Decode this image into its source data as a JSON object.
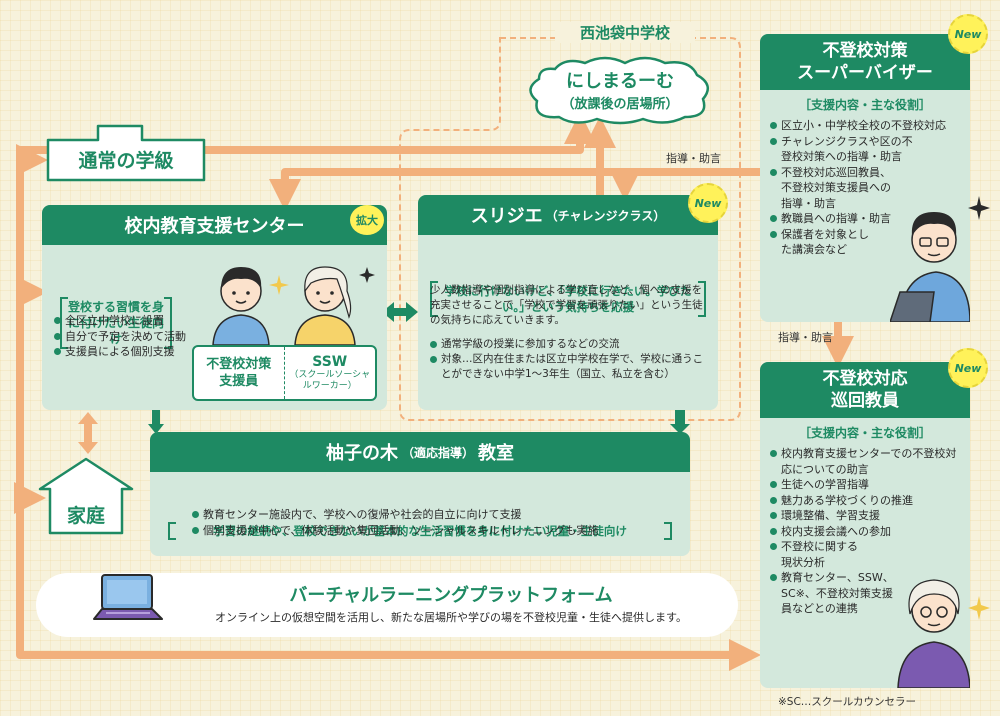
{
  "tsujo": {
    "label": "通常の学級"
  },
  "katei": {
    "label": "家庭"
  },
  "nishiike": {
    "school": "西池袋中学校",
    "title": "にしまるーむ",
    "subtitle": "（放課後の居場所）"
  },
  "konai": {
    "title": "校内教育支援センター",
    "badge": "拡大",
    "bracket": "登校する習慣を身に付けたい生徒向け",
    "bullets": [
      "全区立中学校に設置",
      "自分で予定を決めて活動",
      "支援員による個別支援"
    ],
    "staff1": "不登校対策支援員",
    "staff2": "SSW",
    "staff2_sub": "（スクールソーシャルワーカー）"
  },
  "surijie": {
    "title": "スリジエ",
    "title_sub": "（チャレンジクラス）",
    "badge": "New",
    "bracket": "学校に行けないけど、「学校に行きたい。学びたい。」という気持ちを応援",
    "body": "少人数指導や個別指導による学び直しなど、個への支援を充実させることで「学校で学習を頑張りたい」という生徒の気持ちに応えていきます。",
    "bullets": [
      "通常学級の授業に参加するなどの交流",
      "対象…区内在住または区立中学校在学で、学校に通うことができない中学1～3年生（国立、私立を含む）"
    ]
  },
  "yuzu": {
    "title": "柚子の木",
    "title_sub": "（適応指導）",
    "title_end": "教室",
    "bracket": "学習の継続や、登校できないが基本的な生活習慣を身に付けたい児童・生徒向け",
    "bullets": [
      "教育センター施設内で、学校への復帰や社会的自立に向けて支援",
      "個別支援が中心で、体験活動や集団活動、ソーシャルスキルトレーニングも実施"
    ]
  },
  "virtual": {
    "title": "バーチャルラーニングプラットフォーム",
    "desc": "オンライン上の仮想空間を活用し、新たな居場所や学びの場を不登校児童・生徒へ提供します。"
  },
  "supervisor": {
    "title1": "不登校対策",
    "title2": "スーパーバイザー",
    "badge": "New",
    "roles": "［支援内容・主な役割］",
    "bullets": [
      "区立小・中学校全校の不登校対応",
      "チャレンジクラスや区の不登校対策への指導・助言",
      "不登校対応巡回教員、不登校対策支援員への指導・助言",
      "教職員への指導・助言",
      "保護者を対象とした講演会など"
    ]
  },
  "junkai": {
    "title1": "不登校対応",
    "title2": "巡回教員",
    "badge": "New",
    "roles": "［支援内容・主な役割］",
    "bullets": [
      "校内教育支援センターでの不登校対応についての助言",
      "生徒への学習指導",
      "魅力ある学校づくりの推進",
      "環境整備、学習支援",
      "校内支援会議への参加",
      "不登校に関する現状分析",
      "教育センター、SSW、SC※、不登校対策支援員などとの連携"
    ]
  },
  "labels": {
    "shido1": "指導・助言",
    "shido2": "指導・助言"
  },
  "footnote": "※SC…スクールカウンセラー",
  "colors": {
    "green": "#1e8a63",
    "box": "#d3e8dc",
    "orange": "#f2b07c",
    "yellow": "#fff25a"
  }
}
